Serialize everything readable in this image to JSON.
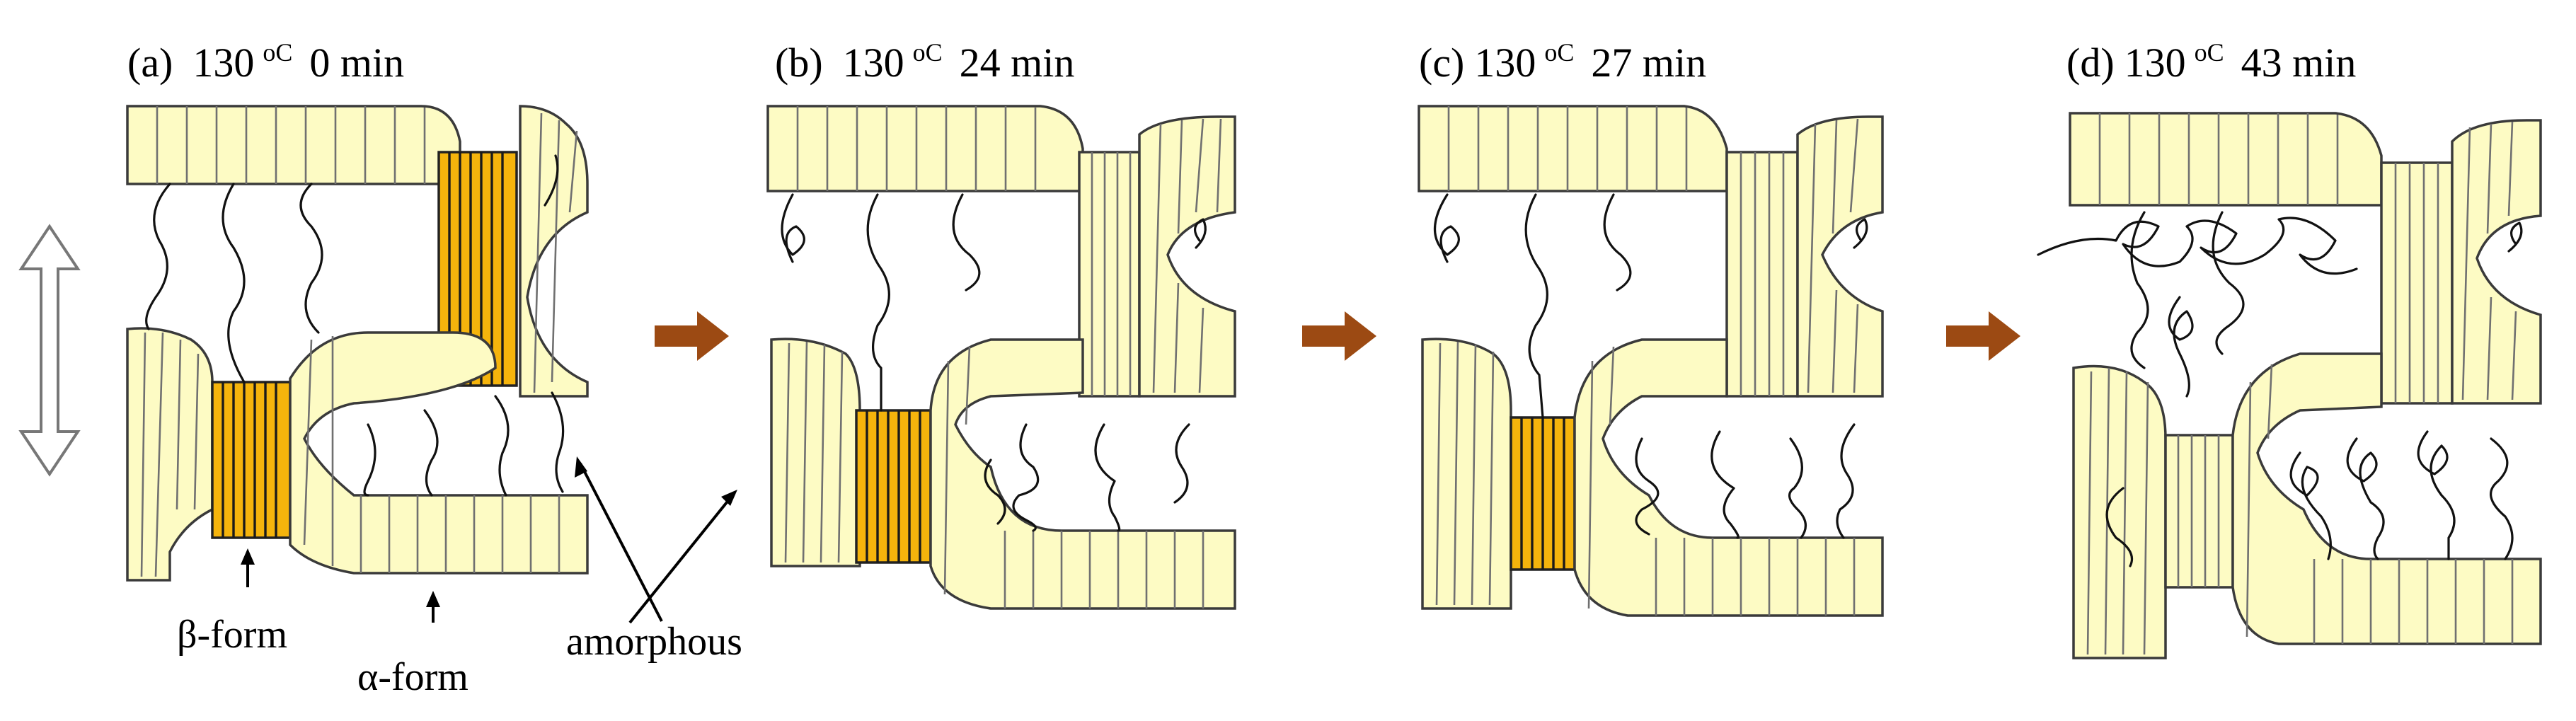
{
  "panels": [
    {
      "id": "a",
      "tag": "(a)",
      "temp": "130",
      "unit": "oC",
      "time": "0 min"
    },
    {
      "id": "b",
      "tag": "(b)",
      "temp": "130",
      "unit": "oC",
      "time": "24 min"
    },
    {
      "id": "c",
      "tag": "(c)",
      "temp": "130",
      "unit": "oC",
      "time": "27 min"
    },
    {
      "id": "d",
      "tag": "(d)",
      "temp": "130",
      "unit": "oC",
      "time": "43 min"
    }
  ],
  "labels": {
    "beta": "β-form",
    "alpha": "α-form",
    "amorphous": "amorphous"
  },
  "colors": {
    "alpha_fill": "#fdfbc4",
    "beta_fill": "#f5b40c",
    "arrow": "#9c4a13",
    "chain": "#111111"
  },
  "icons": {
    "stretch": "double-arrow-icon",
    "step": "right-arrow-icon"
  }
}
